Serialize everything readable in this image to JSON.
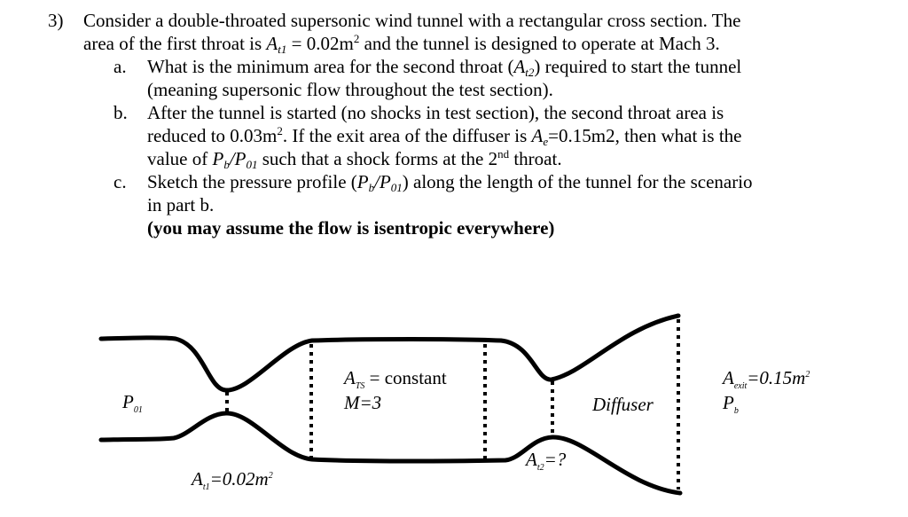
{
  "problem": {
    "number": "3)",
    "line1": "Consider a double-throated supersonic wind tunnel with a rectangular cross section.  The",
    "line2_pre": "area of the first throat is ",
    "line2_var": "A",
    "line2_sub": "t1",
    "line2_mid": " = 0.02m",
    "line2_sup": "2",
    "line2_post": " and the tunnel is designed to operate at Mach 3.",
    "parts": [
      {
        "marker": "a.",
        "line1_pre": "What is the minimum area for the second throat (",
        "line1_var": "A",
        "line1_sub": "t2",
        "line1_post": ") required to start the tunnel",
        "line2": "(meaning supersonic flow throughout the test section)."
      },
      {
        "marker": "b.",
        "line1": "After the tunnel is started (no shocks in test section), the second throat area is",
        "line2_pre": "reduced to 0.03m",
        "line2_sup": "2",
        "line2_mid": ".  If the exit area of the diffuser is ",
        "line2_var": "A",
        "line2_sub": "e",
        "line2_post": "=0.15m2, then what is the",
        "line3_pre": "value of ",
        "line3_v1": "P",
        "line3_s1": "b",
        "line3_slash": "/",
        "line3_v2": "P",
        "line3_s2": "01",
        "line3_mid": " such that a shock forms at the 2",
        "line3_sup": "nd",
        "line3_post": " throat."
      },
      {
        "marker": "c.",
        "line1_pre": "Sketch the pressure profile (",
        "line1_v1": "P",
        "line1_s1": "b",
        "line1_slash": "/",
        "line1_v2": "P",
        "line1_s2": "01",
        "line1_post": ") along the length of the tunnel for the scenario",
        "line2": "in part b.",
        "note": "(you may assume the flow is isentropic everywhere)"
      }
    ]
  },
  "figure": {
    "p01_var": "P",
    "p01_sub": "01",
    "ats_var": "A",
    "ats_sub": "TS",
    "ats_text": " = constant",
    "mach_text": "M=3",
    "at1_var": "A",
    "at1_sub": "t1",
    "at1_text": "=0.02m",
    "at1_sup": "2",
    "at2_var": "A",
    "at2_sub": "t2",
    "at2_text": "=?",
    "diffuser": "Diffuser",
    "aexit_var": "A",
    "aexit_sub": "exit",
    "aexit_text": "=0.15m",
    "aexit_sup": "2",
    "pb_var": "P",
    "pb_sub": "b"
  }
}
